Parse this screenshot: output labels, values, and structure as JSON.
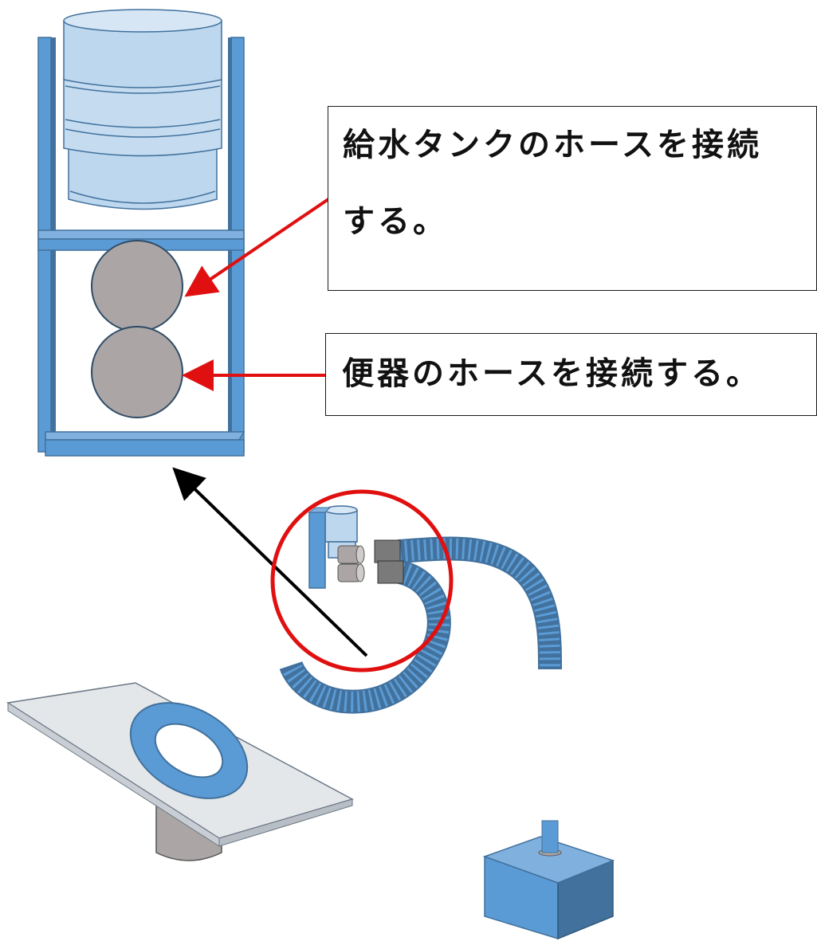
{
  "labels": {
    "tank_hose_line1": "給水タンクのホースを接続",
    "tank_hose_line2": "する。",
    "toilet_hose": "便器のホースを接続する。"
  },
  "colors": {
    "frame_blue": "#5b9bd5",
    "frame_blue_dark": "#41719c",
    "tank_light": "#bdd7ee",
    "port_gray": "#aba6a5",
    "arrow_red": "#e01010",
    "arrow_black": "#000000",
    "highlight_circle": "#e01010",
    "plate_gray": "#e4e7ea",
    "ring_blue": "#5b9bd5"
  },
  "icons": {
    "hose": "corrugated-hose-icon",
    "tank": "water-tank-icon",
    "box": "waste-box-icon"
  }
}
